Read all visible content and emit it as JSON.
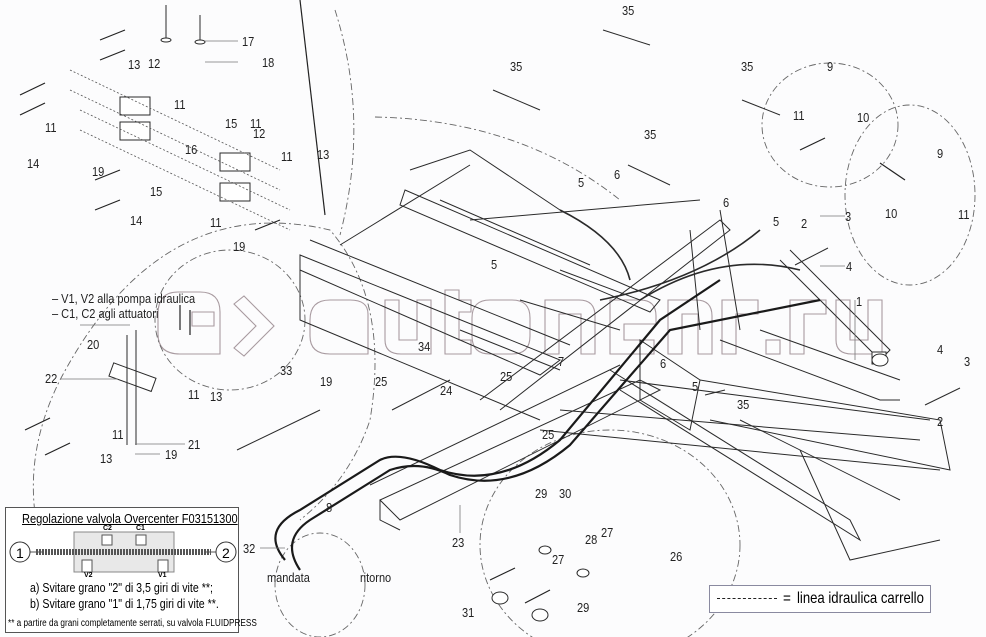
{
  "diagram": {
    "title": "Hydraulic circuit exploded view – trailer frame",
    "watermark": "autopartner.ru",
    "notes": {
      "v_line": "– V1, V2 alla pompa idraulica",
      "c_line": "– C1, C2 agli attuatori",
      "mandata": "mandata",
      "ritorno": "ritorno"
    },
    "overcenter_box": {
      "title": "Regolazione valvola Overcenter F03151300",
      "port_labels": [
        "C2",
        "C1",
        "V2",
        "V1"
      ],
      "screw_labels": [
        "1",
        "2"
      ],
      "steps": [
        "a) Svitare grano \"2\" di 3,5 giri di vite **;",
        "b) Svitare grano \"1\" di 1,75 giri di vite **."
      ],
      "footnote": "** a partire da grani completamente serrati, su valvola FLUIDPRESS"
    },
    "legend": {
      "symbol": "=",
      "text": "linea idraulica carrello"
    },
    "part_callouts": [
      {
        "n": "13"
      },
      {
        "n": "12"
      },
      {
        "n": "11"
      },
      {
        "n": "11"
      },
      {
        "n": "14"
      },
      {
        "n": "19"
      },
      {
        "n": "15"
      },
      {
        "n": "16"
      },
      {
        "n": "15"
      },
      {
        "n": "11"
      },
      {
        "n": "17"
      },
      {
        "n": "18"
      },
      {
        "n": "15"
      },
      {
        "n": "11"
      },
      {
        "n": "12"
      },
      {
        "n": "11"
      },
      {
        "n": "13"
      },
      {
        "n": "14"
      },
      {
        "n": "11"
      },
      {
        "n": "19"
      },
      {
        "n": "20"
      },
      {
        "n": "22"
      },
      {
        "n": "11"
      },
      {
        "n": "13"
      },
      {
        "n": "11"
      },
      {
        "n": "13"
      },
      {
        "n": "21"
      },
      {
        "n": "19"
      },
      {
        "n": "35"
      },
      {
        "n": "35"
      },
      {
        "n": "35"
      },
      {
        "n": "35"
      },
      {
        "n": "5"
      },
      {
        "n": "6"
      },
      {
        "n": "6"
      },
      {
        "n": "5"
      },
      {
        "n": "2"
      },
      {
        "n": "3"
      },
      {
        "n": "4"
      },
      {
        "n": "1"
      },
      {
        "n": "5"
      },
      {
        "n": "6"
      },
      {
        "n": "5"
      },
      {
        "n": "35"
      },
      {
        "n": "4"
      },
      {
        "n": "3"
      },
      {
        "n": "2"
      },
      {
        "n": "9"
      },
      {
        "n": "11"
      },
      {
        "n": "10"
      },
      {
        "n": "9"
      },
      {
        "n": "10"
      },
      {
        "n": "11"
      },
      {
        "n": "33"
      },
      {
        "n": "34"
      },
      {
        "n": "19"
      },
      {
        "n": "25"
      },
      {
        "n": "24"
      },
      {
        "n": "25"
      },
      {
        "n": "25"
      },
      {
        "n": "8"
      },
      {
        "n": "23"
      },
      {
        "n": "32"
      },
      {
        "n": "29"
      },
      {
        "n": "30"
      },
      {
        "n": "28"
      },
      {
        "n": "27"
      },
      {
        "n": "27"
      },
      {
        "n": "26"
      },
      {
        "n": "29"
      },
      {
        "n": "31"
      },
      {
        "n": "7"
      }
    ]
  }
}
